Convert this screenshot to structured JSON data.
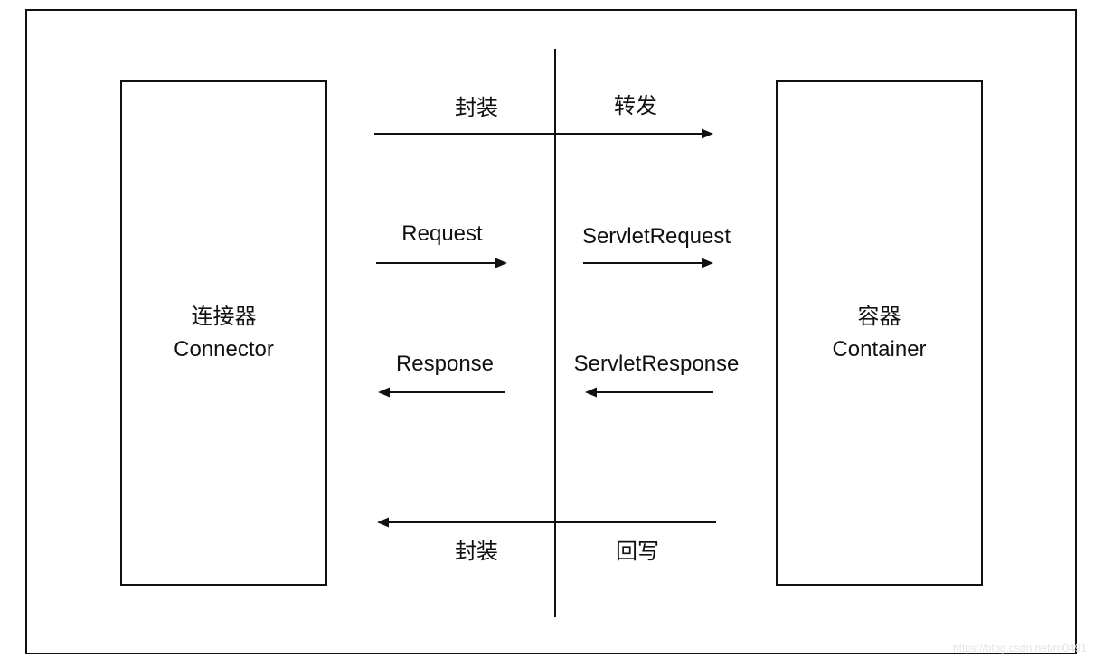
{
  "connector": {
    "name_cn": "连接器",
    "name_en": "Connector"
  },
  "container": {
    "name_cn": "容器",
    "name_en": "Container"
  },
  "flow_labels": {
    "top_left": "封装",
    "top_right": "转发",
    "request": "Request",
    "servlet_request": "ServletRequest",
    "response": "Response",
    "servlet_response": "ServletResponse",
    "bottom_left": "封装",
    "bottom_right": "回写"
  },
  "watermark": "https://blog.csdn.net/ro0491"
}
